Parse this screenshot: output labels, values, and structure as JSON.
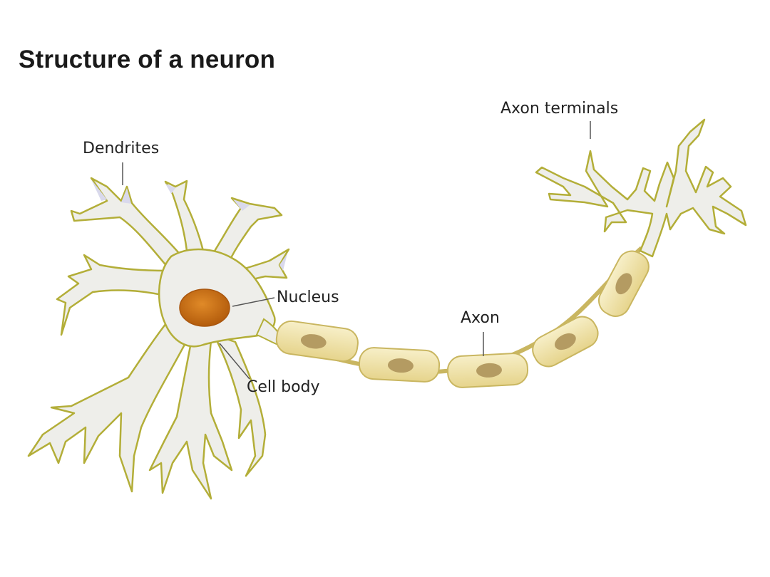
{
  "title": "Structure of a neuron",
  "labels": {
    "dendrites": "Dendrites",
    "axon_terminals": "Axon terminals",
    "nucleus": "Nucleus",
    "axon": "Axon",
    "cell_body": "Cell body"
  },
  "colors": {
    "cell_fill": "#eeeeea",
    "cell_outline": "#b3ae38",
    "dendrite_tip_fill": "#d9d9ec",
    "nucleus_fill": "#c46a13",
    "myelin_fill": "#efe3a6",
    "myelin_outline": "#c9b660",
    "myelin_nucleus": "#b49b62",
    "text": "#222222"
  }
}
